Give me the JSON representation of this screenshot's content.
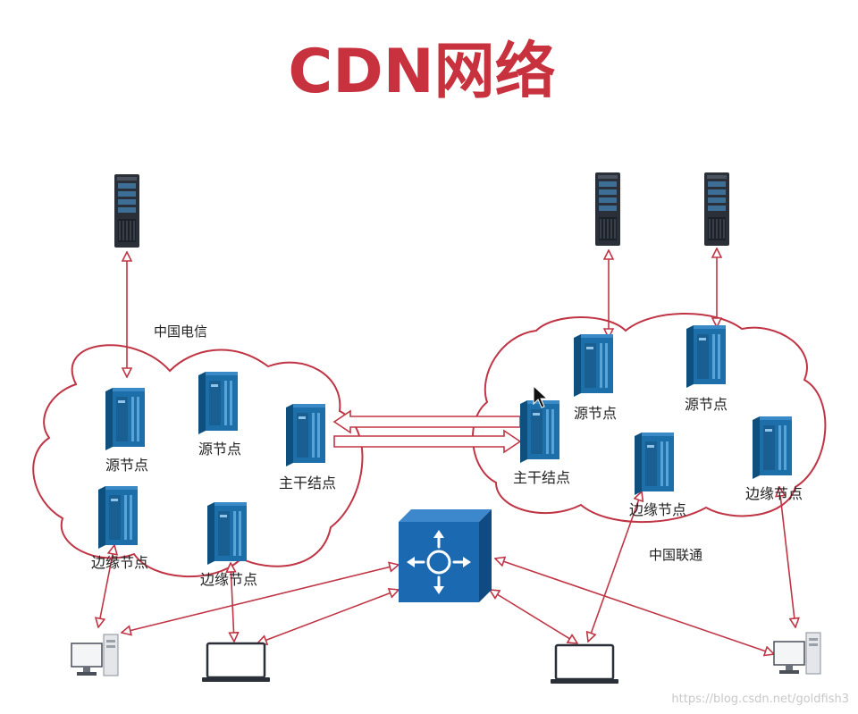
{
  "title": "CDN网络",
  "colors": {
    "title": "#c8323f",
    "link": "#c03545",
    "server_blue": "#1c6fa8",
    "rack_dark": "#2a2f38",
    "router_blue": "#1b69b0"
  },
  "regions": {
    "left": "中国电信",
    "right": "中国联通"
  },
  "left_nodes": {
    "source_a": "源节点",
    "source_b": "源节点",
    "backbone": "主干结点",
    "edge_a": "边缘节点",
    "edge_b": "边缘节点"
  },
  "right_nodes": {
    "backbone": "主干结点",
    "source_a": "源节点",
    "source_b": "源节点",
    "edge_a": "边缘节点",
    "edge_b": "边缘节点"
  },
  "icons": {
    "origin_server": "rack-server-icon",
    "cdn_node": "server-tower-icon",
    "router": "router-icon",
    "desktop": "desktop-computer-icon",
    "laptop": "laptop-icon"
  },
  "watermark": "https://blog.csdn.net/goldfish3"
}
